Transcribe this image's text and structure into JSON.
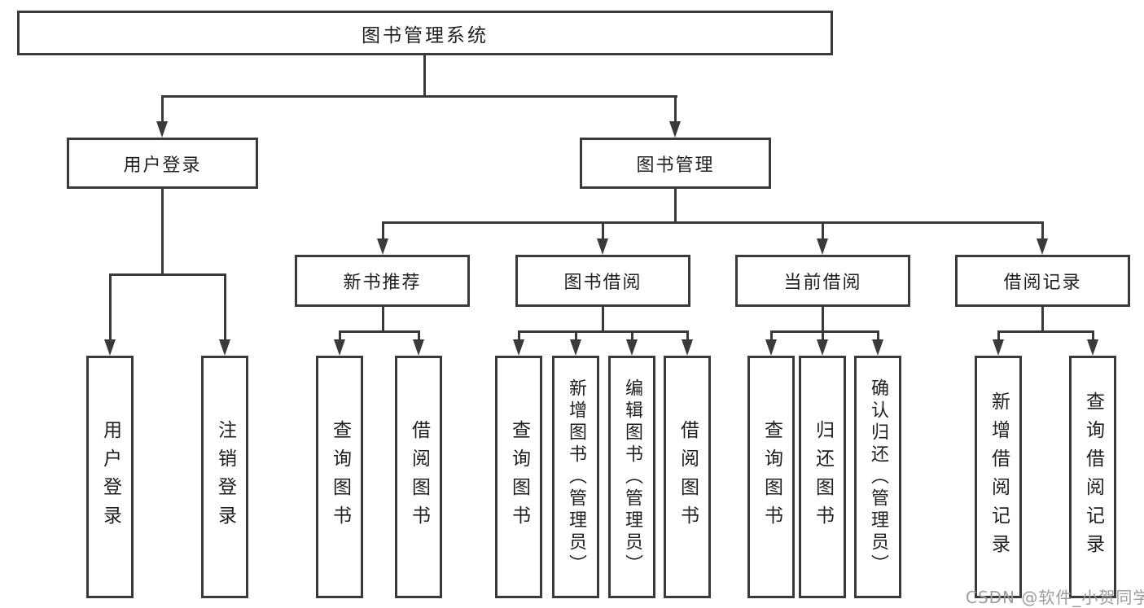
{
  "tree": {
    "root": {
      "label": "图书管理系统",
      "children": [
        {
          "label": "用户登录",
          "children": [
            {
              "label": "用户登录"
            },
            {
              "label": "注销登录"
            }
          ]
        },
        {
          "label": "图书管理",
          "children": [
            {
              "label": "新书推荐",
              "children": [
                {
                  "label": "查询图书"
                },
                {
                  "label": "借阅图书"
                }
              ]
            },
            {
              "label": "图书借阅",
              "children": [
                {
                  "label": "查询图书"
                },
                {
                  "label": "新增图书（管理员）"
                },
                {
                  "label": "编辑图书（管理员）"
                },
                {
                  "label": "借阅图书"
                }
              ]
            },
            {
              "label": "当前借阅",
              "children": [
                {
                  "label": "查询图书"
                },
                {
                  "label": "归还图书"
                },
                {
                  "label": "确认归还（管理员）"
                }
              ]
            },
            {
              "label": "借阅记录",
              "children": [
                {
                  "label": "新增借阅记录"
                },
                {
                  "label": "查询借阅记录"
                }
              ]
            }
          ]
        }
      ]
    }
  },
  "watermark": {
    "text": "CSDN @软件_小贺同学"
  },
  "colors": {
    "line": "#3a3a3a",
    "text": "#1f1f1f",
    "background": "#ffffff",
    "watermark": "#9c9c9c"
  }
}
